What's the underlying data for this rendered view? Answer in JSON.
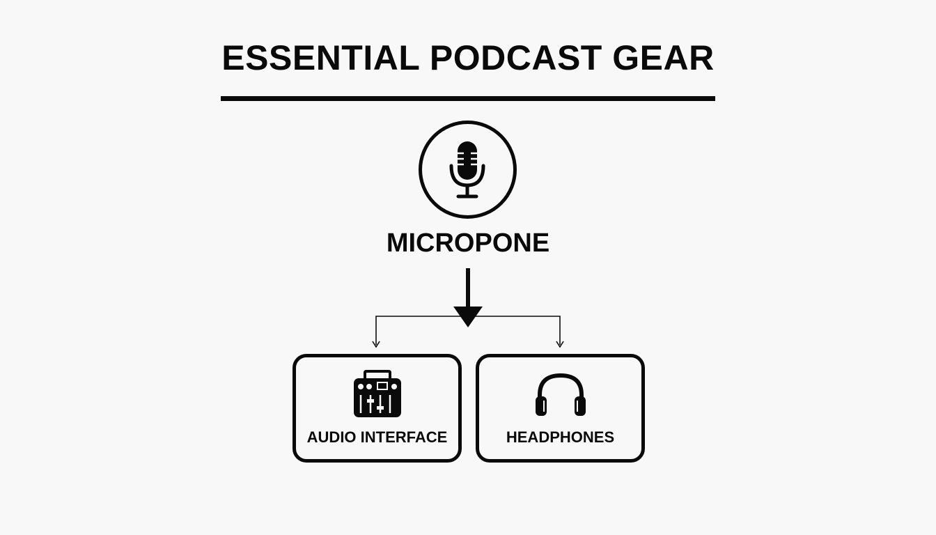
{
  "title": "ESSENTIAL PODCAST GEAR",
  "source_node": {
    "label": "MICROPONE",
    "icon": "microphone-icon"
  },
  "target_nodes": [
    {
      "label": "AUDIO INTERFACE",
      "icon": "audio-interface-icon"
    },
    {
      "label": "HEADPHONES",
      "icon": "headphones-icon"
    }
  ],
  "colors": {
    "ink": "#0a0a0a",
    "background": "#f8f8f8"
  }
}
